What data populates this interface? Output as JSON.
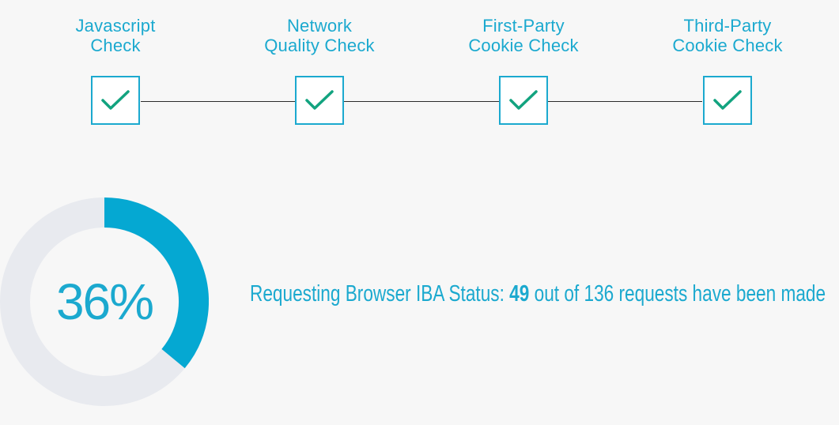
{
  "steps": [
    {
      "label": "Javascript\nCheck",
      "status": "passed",
      "icon": "check-icon"
    },
    {
      "label": "Network\nQuality Check",
      "status": "passed",
      "icon": "check-icon"
    },
    {
      "label": "First-Party\nCookie Check",
      "status": "passed",
      "icon": "check-icon"
    },
    {
      "label": "Third-Party\nCookie Check",
      "status": "passed",
      "icon": "check-icon"
    }
  ],
  "progress": {
    "percent_label": "36%",
    "fraction": 0.36,
    "status_prefix": "Requesting Browser IBA Status: ",
    "completed": "49",
    "status_suffix": " out of 136 requests have been made"
  },
  "colors": {
    "accent": "#1ba9cf",
    "check": "#12a37f",
    "track": "#e8eaef",
    "background": "#f7f7f7"
  }
}
